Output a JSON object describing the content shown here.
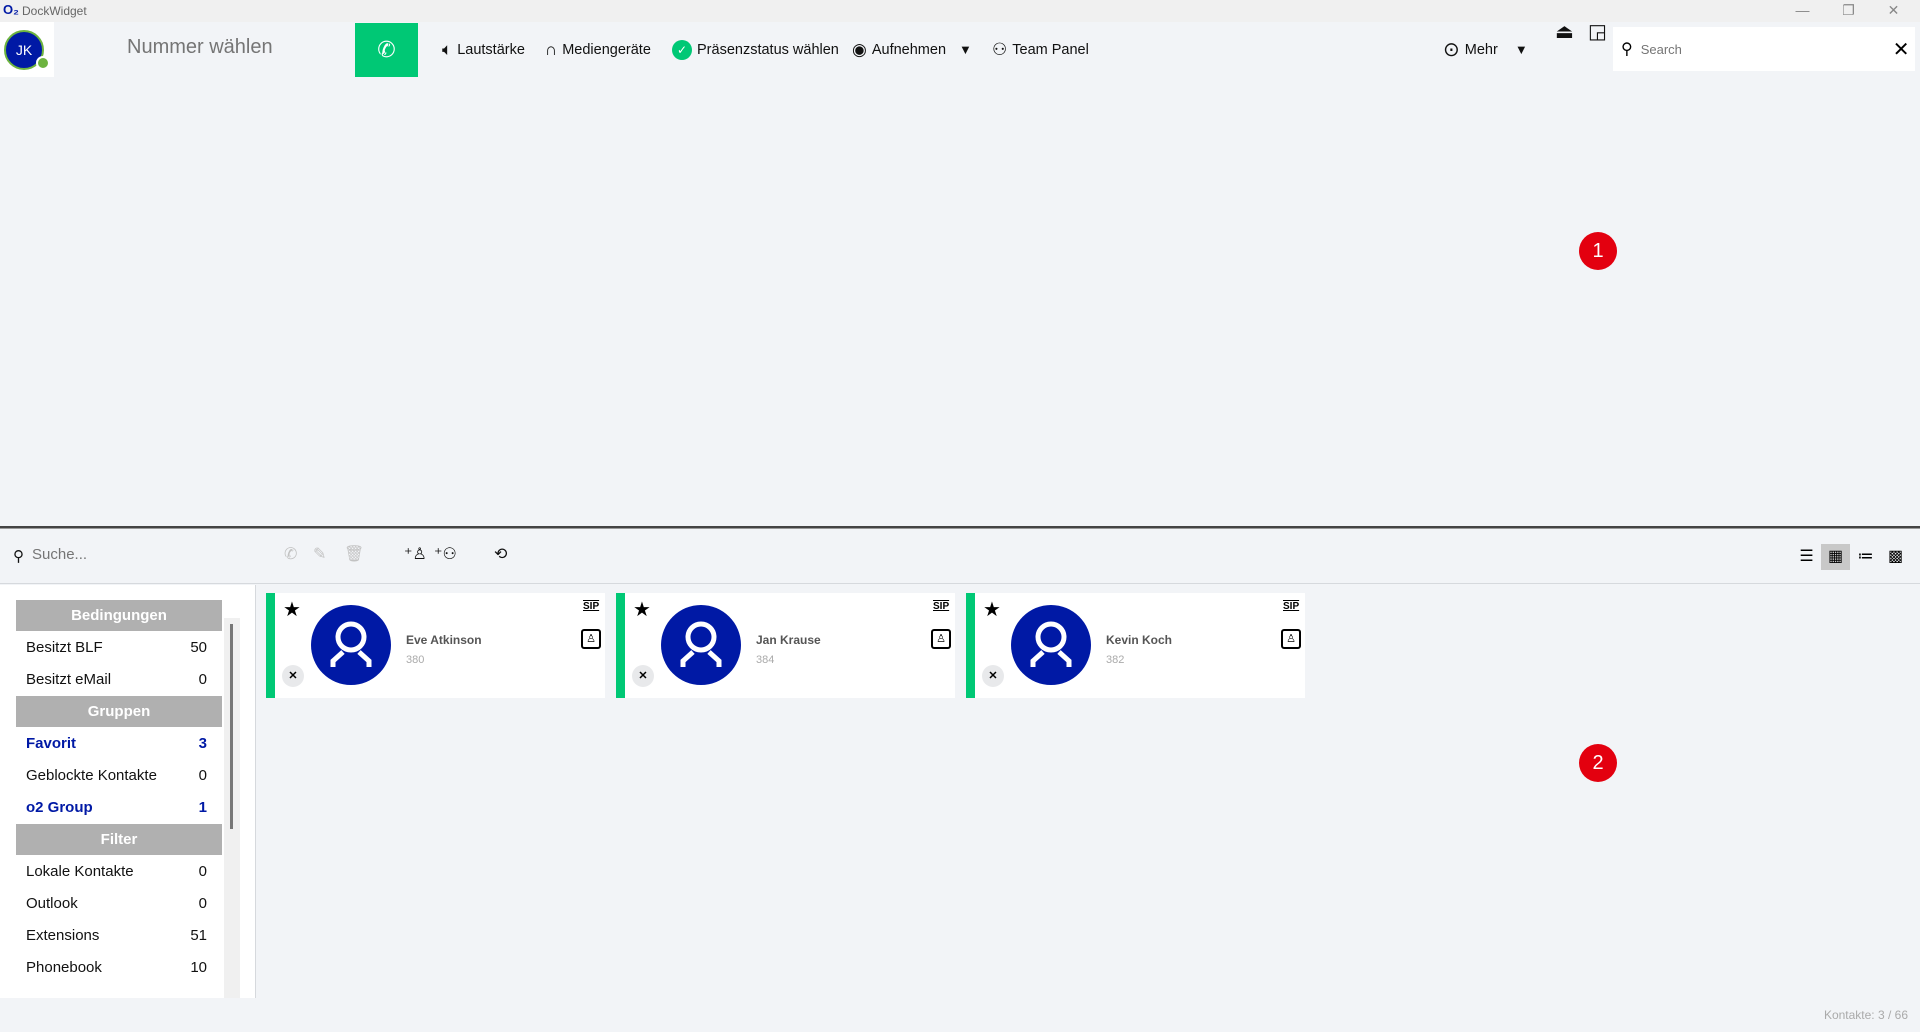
{
  "window": {
    "title": "DockWidget",
    "logo": "O₂",
    "controls": [
      "—",
      "❐",
      "✕"
    ]
  },
  "toolbar": {
    "avatar_initials": "JK",
    "dial_placeholder": "Nummer wählen",
    "items": [
      {
        "icon": "speaker-icon",
        "label": "Lautstärke"
      },
      {
        "icon": "headset-icon",
        "label": "Mediengeräte"
      },
      {
        "icon": "presence-icon",
        "label": "Präsenzstatus wählen"
      },
      {
        "icon": "record-icon",
        "label": "Aufnehmen"
      },
      {
        "icon": "team-icon",
        "label": "Team Panel"
      }
    ],
    "more_label": "Mehr",
    "search_placeholder": "Search"
  },
  "badges": [
    "1",
    "2"
  ],
  "contacts_toolbar": {
    "search_placeholder": "Suche..."
  },
  "sidebar": {
    "sections": [
      {
        "title": "Bedingungen",
        "items": [
          {
            "label": "Besitzt BLF",
            "count": "50"
          },
          {
            "label": "Besitzt eMail",
            "count": "0"
          }
        ]
      },
      {
        "title": "Gruppen",
        "items": [
          {
            "label": "Favorit",
            "count": "3",
            "highlight": true
          },
          {
            "label": "Geblockte Kontakte",
            "count": "0"
          },
          {
            "label": "o2 Group",
            "count": "1",
            "highlight": true
          }
        ]
      },
      {
        "title": "Filter",
        "items": [
          {
            "label": "Lokale Kontakte",
            "count": "0"
          },
          {
            "label": "Outlook",
            "count": "0"
          },
          {
            "label": "Extensions",
            "count": "51"
          },
          {
            "label": "Phonebook",
            "count": "10"
          }
        ]
      }
    ]
  },
  "contacts": [
    {
      "name": "Eve Atkinson",
      "ext": "380",
      "sip": "SIP"
    },
    {
      "name": "Jan Krause",
      "ext": "384",
      "sip": "SIP"
    },
    {
      "name": "Kevin Koch",
      "ext": "382",
      "sip": "SIP"
    }
  ],
  "footer": {
    "count": "Kontakte: 3 / 66"
  },
  "colors": {
    "brand": "#0019a5",
    "green": "#00c875",
    "badge": "#e3000f"
  }
}
